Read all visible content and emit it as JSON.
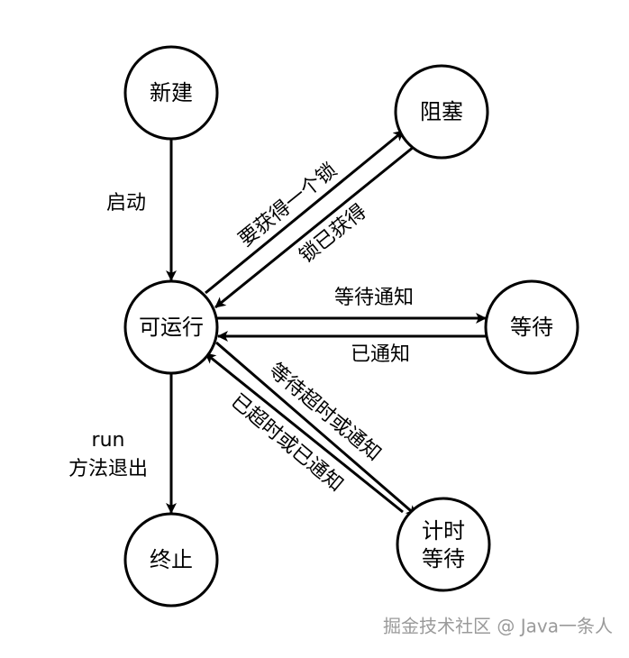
{
  "diagram": {
    "nodes": {
      "new": "新建",
      "blocked": "阻塞",
      "runnable": "可运行",
      "waiting": "等待",
      "timed_waiting_line1": "计时",
      "timed_waiting_line2": "等待",
      "terminated": "终止"
    },
    "edges": {
      "start": "启动",
      "acquire_lock": "要获得一个锁",
      "lock_acquired": "锁已获得",
      "wait_notify": "等待通知",
      "notified": "已通知",
      "wait_timeout_or_notify": "等待超时或通知",
      "timeout_or_notified": "已超时或已通知",
      "run_exit_line1": "run",
      "run_exit_line2": "方法退出"
    }
  },
  "watermark": "掘金技术社区 @ Java一条人"
}
